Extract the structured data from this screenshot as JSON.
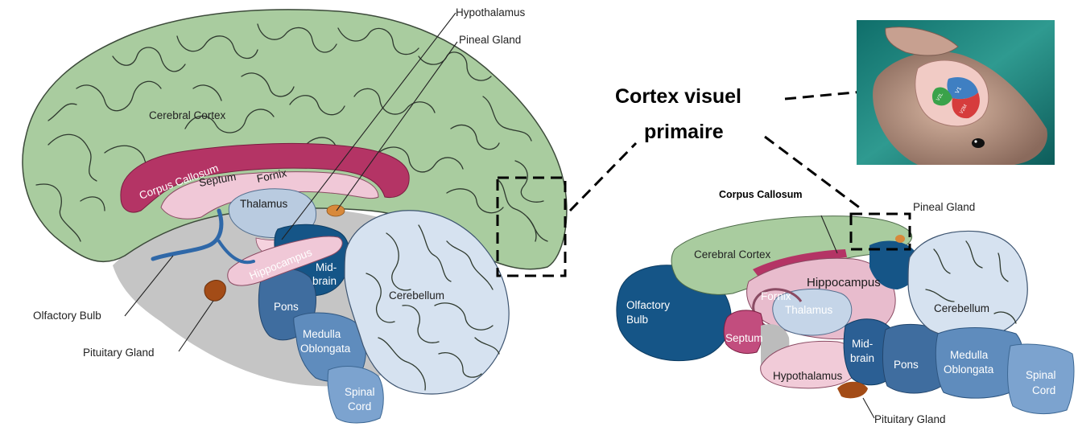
{
  "human_brain": {
    "labels": {
      "cerebral_cortex": "Cerebral Cortex",
      "corpus_callosum": "Corpus Callosum",
      "septum": "Septum",
      "fornix": "Fornix",
      "thalamus": "Thalamus",
      "hypothalamus": "Hypothalamus",
      "pineal_gland": "Pineal Gland",
      "hippocampus": "Hippocampus",
      "midbrain_1": "Mid-",
      "midbrain_2": "brain",
      "cerebellum": "Cerebellum",
      "pons": "Pons",
      "medulla_1": "Medulla",
      "medulla_2": "Oblongata",
      "spinal_1": "Spinal",
      "spinal_2": "Cord",
      "olfactory_bulb": "Olfactory Bulb",
      "pituitary_gland": "Pituitary Gland"
    }
  },
  "callout": {
    "line1": "Cortex visuel",
    "line2": "primaire"
  },
  "mouse_photo": {
    "region_v1": "V1",
    "region_v2l": "V2L",
    "region_v2m": "V2M"
  },
  "mouse_brain": {
    "labels": {
      "corpus_callosum": "Corpus Callosum",
      "pineal_gland": "Pineal Gland",
      "cerebral_cortex": "Cerebral Cortex",
      "olfactory_1": "Olfactory",
      "olfactory_2": "Bulb",
      "fornix": "Fornix",
      "hippocampus": "Hippocampus",
      "thalamus": "Thalamus",
      "cerebellum": "Cerebellum",
      "septum": "Septum",
      "midbrain_1": "Mid-",
      "midbrain_2": "brain",
      "pons": "Pons",
      "medulla_1": "Medulla",
      "medulla_2": "Oblongata",
      "spinal_1": "Spinal",
      "spinal_2": "Cord",
      "hypothalamus": "Hypothalamus",
      "pituitary_gland": "Pituitary Gland"
    }
  },
  "colors": {
    "cortex": "#a9cc9f",
    "corpus_callosum": "#b43465",
    "limbic_pink": "#f1cbd8",
    "thalamus_blue": "#b9cbe0",
    "brainstem_blue": "#3f6d9f",
    "midbrain_navy": "#155587",
    "cerebellum": "#d6e2f0",
    "pituitary": "#a34c17",
    "grey": "#bcbcbc"
  }
}
